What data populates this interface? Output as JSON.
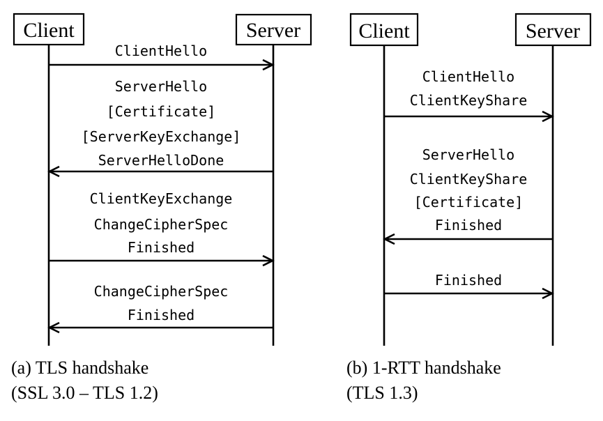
{
  "figure": {
    "colors": {
      "ink": "#000000",
      "background": "#ffffff"
    },
    "panels": [
      {
        "id": "a",
        "actors": {
          "left": "Client",
          "right": "Server"
        },
        "messages": [
          {
            "direction": "right",
            "lines": [
              "ClientHello"
            ]
          },
          {
            "direction": "left",
            "lines": [
              "ServerHello",
              "[Certificate]",
              "[ServerKeyExchange]",
              "ServerHelloDone"
            ]
          },
          {
            "direction": "right",
            "lines": [
              "ClientKeyExchange",
              "ChangeCipherSpec",
              "Finished"
            ]
          },
          {
            "direction": "left",
            "lines": [
              "ChangeCipherSpec",
              "Finished"
            ]
          }
        ],
        "caption": [
          "(a) TLS handshake",
          "(SSL 3.0 – TLS 1.2)"
        ]
      },
      {
        "id": "b",
        "actors": {
          "left": "Client",
          "right": "Server"
        },
        "messages": [
          {
            "direction": "right",
            "lines": [
              "ClientHello",
              "ClientKeyShare"
            ]
          },
          {
            "direction": "left",
            "lines": [
              "ServerHello",
              "ClientKeyShare",
              "[Certificate]",
              "Finished"
            ]
          },
          {
            "direction": "right",
            "lines": [
              "Finished"
            ]
          }
        ],
        "caption": [
          "(b) 1-RTT handshake",
          "(TLS 1.3)"
        ]
      }
    ]
  }
}
